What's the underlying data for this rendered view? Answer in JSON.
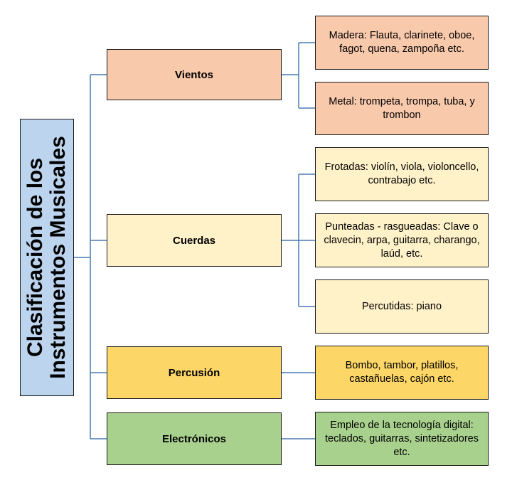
{
  "root": {
    "title": "Clasificación de los\nInstrumentos Musicales",
    "color": "#bcd4ee"
  },
  "categories": [
    {
      "label": "Vientos",
      "color": "#f9c9ac",
      "items": [
        "Madera: Flauta, clarinete, oboe, fagot, quena, zampoña etc.",
        "Metal: trompeta, trompa, tuba, y trombon"
      ]
    },
    {
      "label": "Cuerdas",
      "color": "#fff1c8",
      "items": [
        "Frotadas: violín, viola, violoncello, contrabajo etc.",
        "Punteadas - rasgueadas: Clave o clavecin, arpa, guitarra, charango, laúd, etc.",
        "Percutidas: piano"
      ]
    },
    {
      "label": "Percusión",
      "color": "#fdd668",
      "items": [
        "Bombo, tambor, platillos, castañuelas, cajón etc."
      ]
    },
    {
      "label": "Electrónicos",
      "color": "#a9d18e",
      "items": [
        "Empleo de la tecnología digital: teclados, guitarras, sintetizadores etc."
      ]
    }
  ],
  "connector_color": "#4a7ab0"
}
